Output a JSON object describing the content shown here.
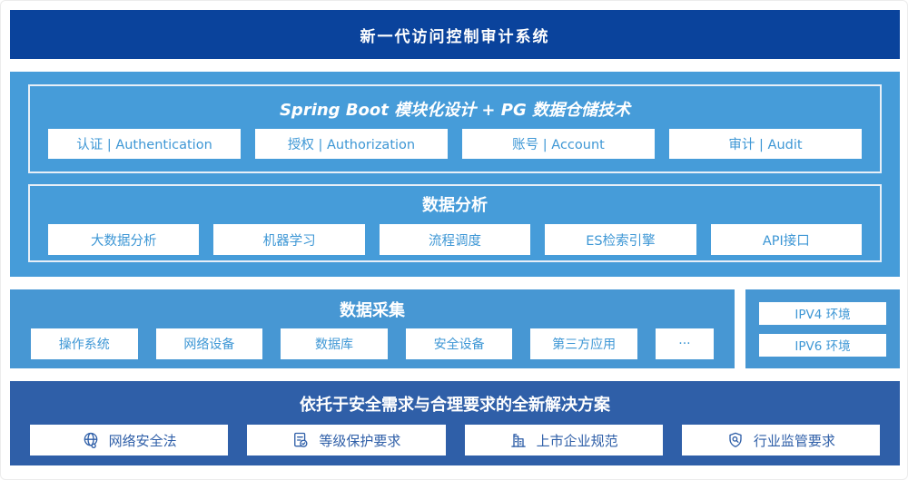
{
  "banner": {
    "title": "新一代访问控制审计系统"
  },
  "platform": {
    "modules_title": "Spring Boot 模块化设计 + PG 数据仓储技术",
    "modules": [
      "认证 | Authentication",
      "授权 | Authorization",
      "账号 | Account",
      "审计 | Audit"
    ],
    "analysis_title": "数据分析",
    "analysis_items": [
      "大数据分析",
      "机器学习",
      "流程调度",
      "ES检索引擎",
      "API接口"
    ]
  },
  "collection": {
    "title": "数据采集",
    "items": [
      "操作系统",
      "网络设备",
      "数据库",
      "安全设备",
      "第三方应用",
      "···"
    ]
  },
  "environment": {
    "items": [
      "IPV4 环境",
      "IPV6 环境"
    ]
  },
  "solution": {
    "title": "依托于安全需求与合理要求的全新解决方案",
    "items": [
      {
        "icon": "globe-icon",
        "label": "网络安全法"
      },
      {
        "icon": "doc-check-icon",
        "label": "等级保护要求"
      },
      {
        "icon": "building-icon",
        "label": "上市企业规范"
      },
      {
        "icon": "shield-search-icon",
        "label": "行业监管要求"
      }
    ]
  },
  "colors": {
    "banner_bg": "#0A439C",
    "platform_bg": "#469CD9",
    "collection_bg": "#4797D3",
    "solution_bg": "#2F5FA8",
    "inner_border": "#E8EFF7",
    "light_box_text": "#3E97D5",
    "solution_box_text": "#2F5FA8"
  }
}
